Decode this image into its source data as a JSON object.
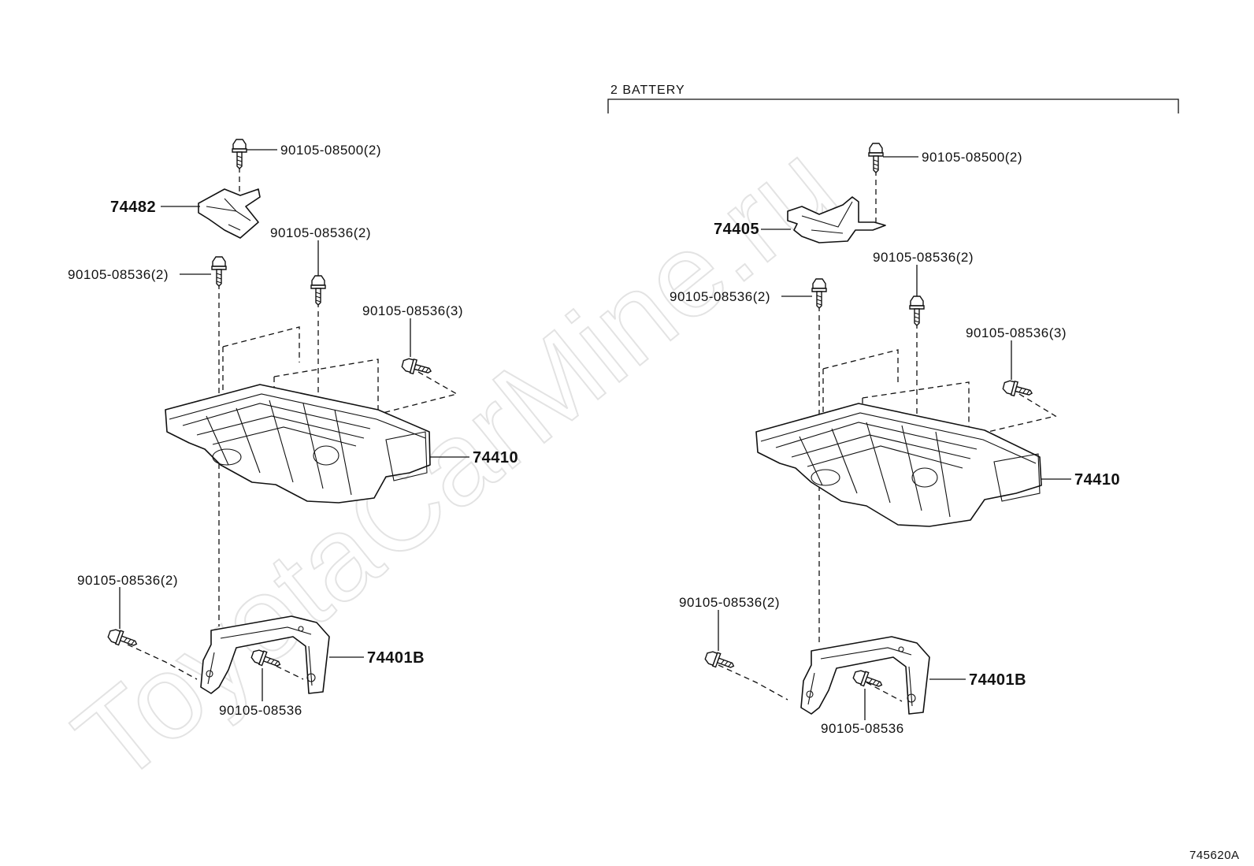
{
  "watermark": "ToyotaCarMine.ru",
  "figure_id": "745620A",
  "left_diagram": {
    "labels": {
      "bolt_top": "90105-08500(2)",
      "bracket": "74482",
      "bolt_left": "90105-08536(2)",
      "bolt_mid": "90105-08536(2)",
      "bolt_right": "90105-08536(3)",
      "tray": "74410",
      "bolt_lower": "90105-08536(2)",
      "support": "74401B",
      "bolt_bottom": "90105-08536"
    }
  },
  "right_diagram": {
    "section_title": "2 BATTERY",
    "labels": {
      "bolt_top": "90105-08500(2)",
      "bracket": "74405",
      "bolt_left": "90105-08536(2)",
      "bolt_mid": "90105-08536(2)",
      "bolt_right": "90105-08536(3)",
      "tray": "74410",
      "bolt_lower": "90105-08536(2)",
      "support": "74401B",
      "bolt_bottom": "90105-08536"
    }
  }
}
